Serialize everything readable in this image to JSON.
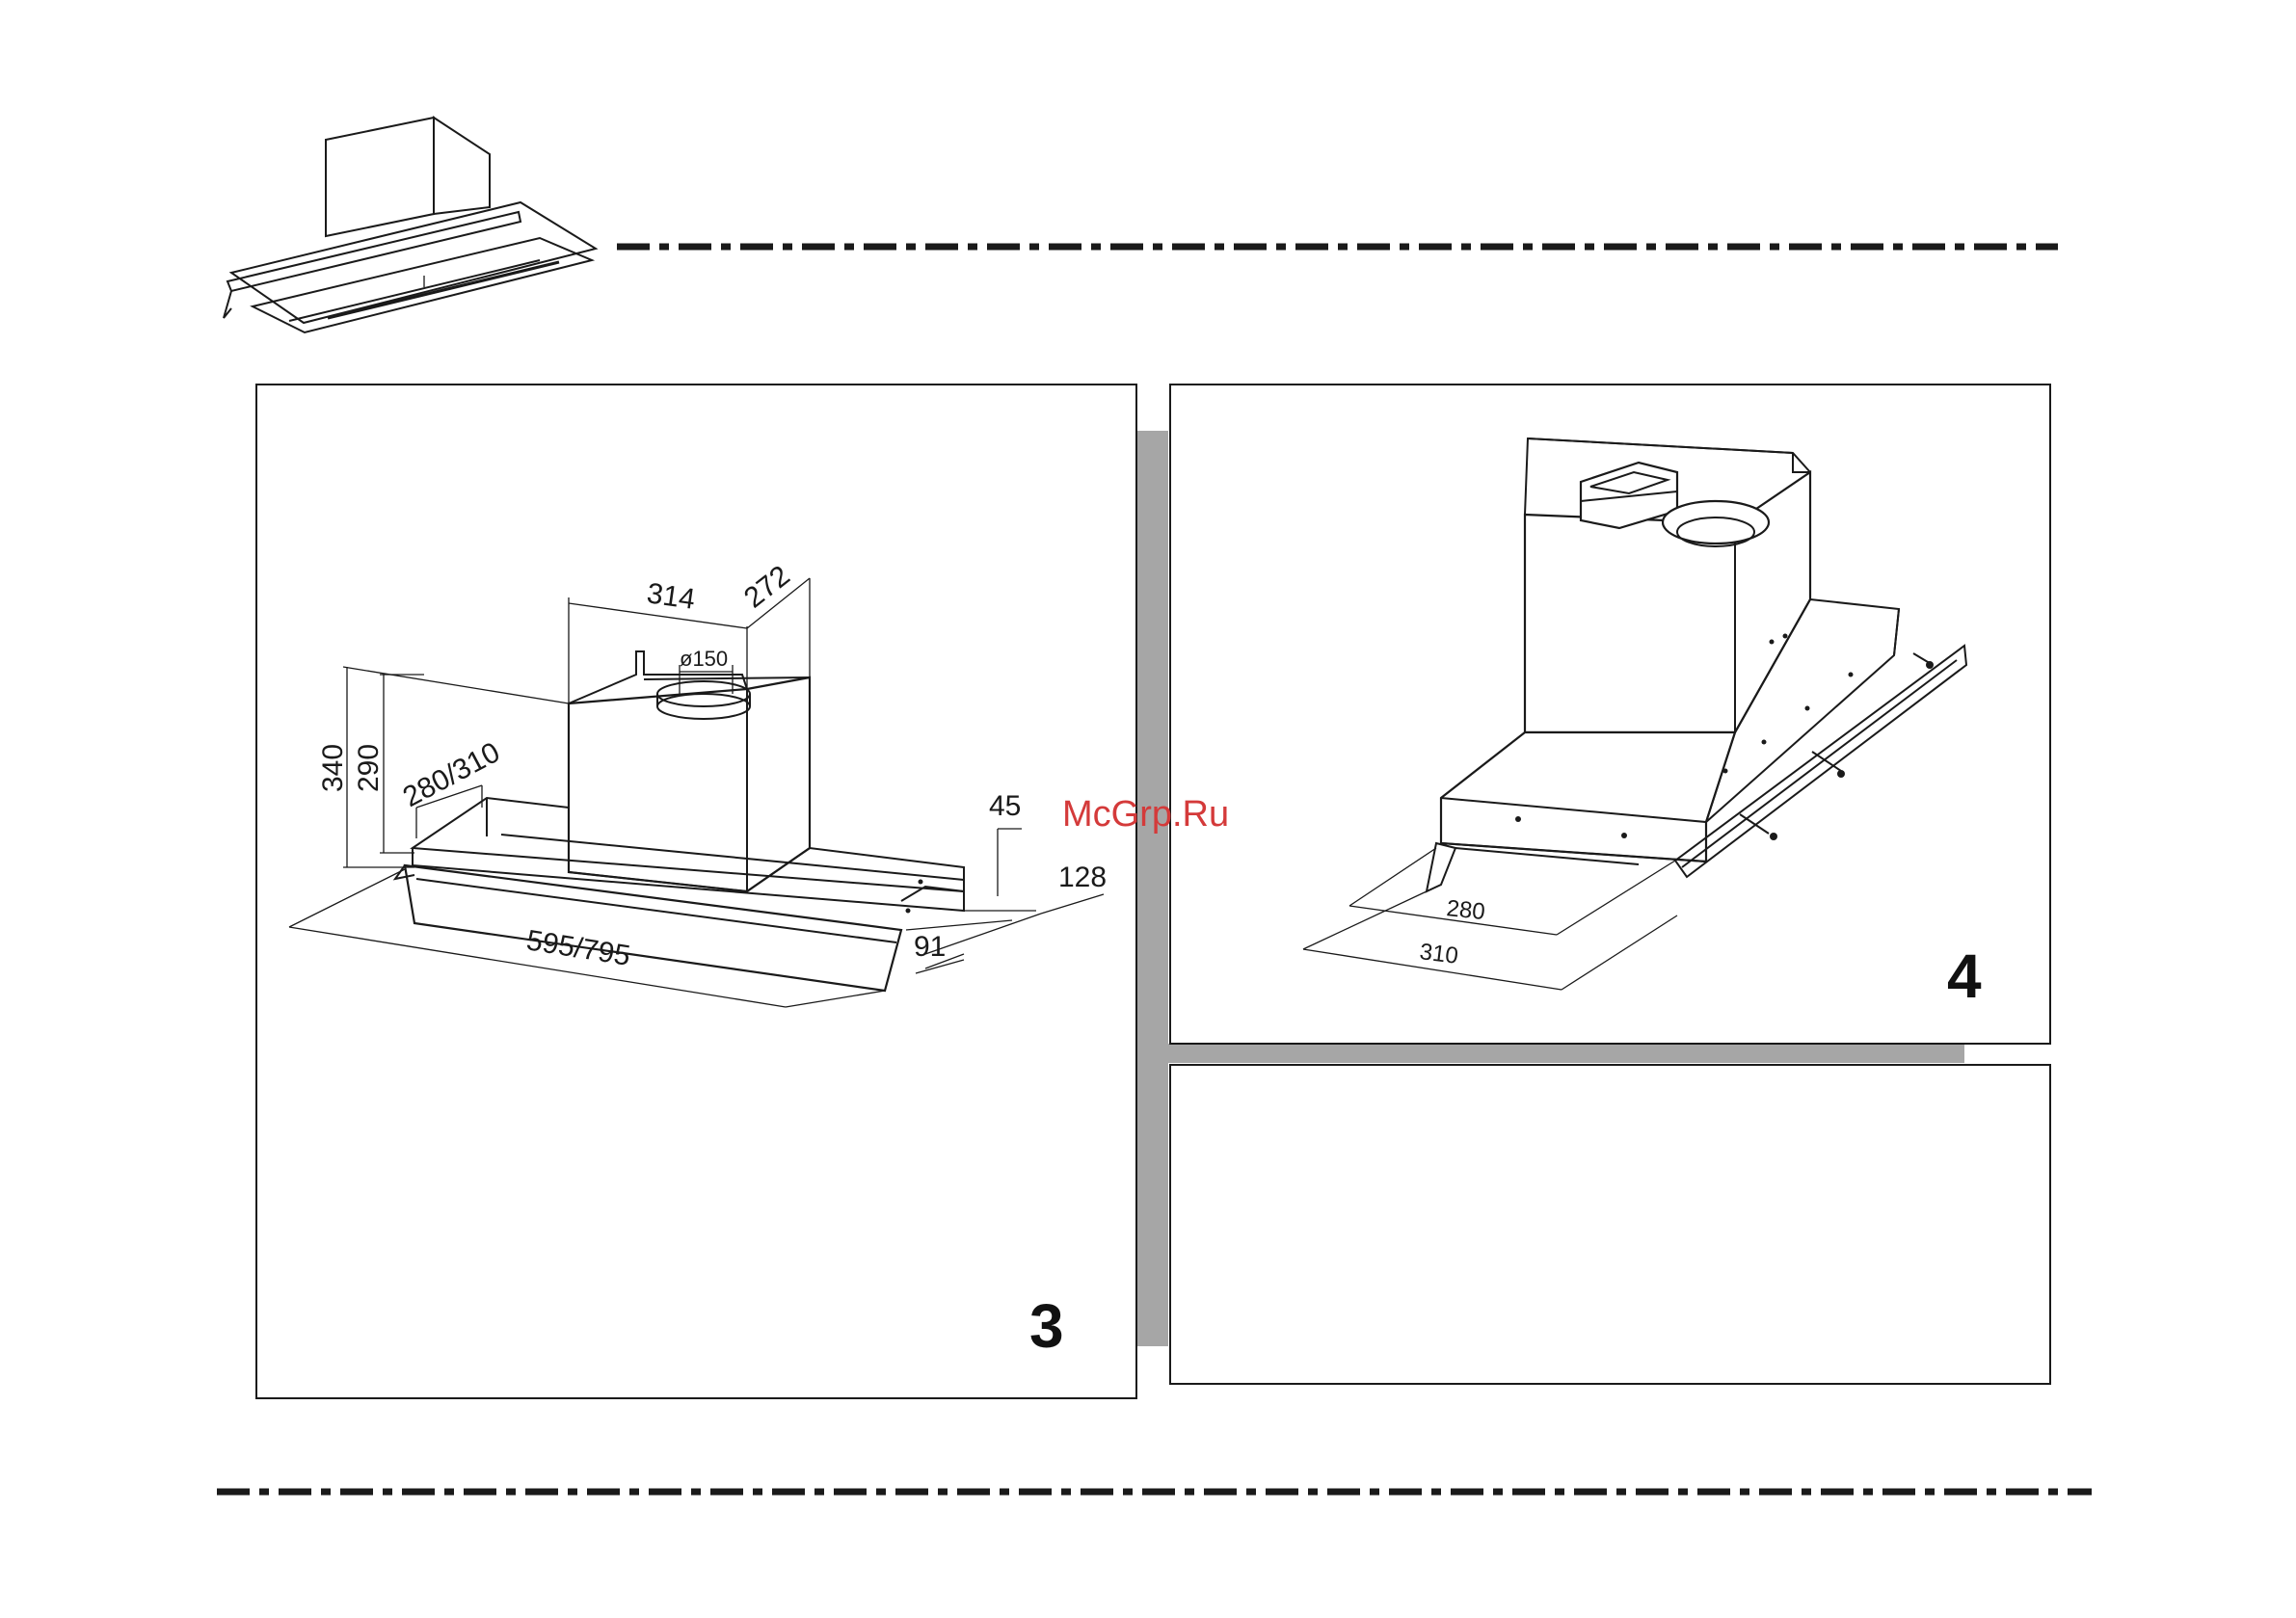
{
  "figure_3": {
    "number": "3",
    "dims": {
      "height_total": "340",
      "height_body": "290",
      "depth": "280/310",
      "chimney_width": "314",
      "chimney_depth": "272",
      "duct_diameter": "ø150",
      "front_45": "45",
      "front_128": "128",
      "front_91": "91",
      "width": "595/795"
    }
  },
  "figure_4": {
    "number": "4",
    "dims": {
      "inner": "280",
      "outer": "310"
    }
  },
  "watermark": "McGrp.Ru",
  "colors": {
    "line": "#1a1a1a",
    "divider": "#a6a6a6",
    "watermark": "#d43a3a"
  }
}
